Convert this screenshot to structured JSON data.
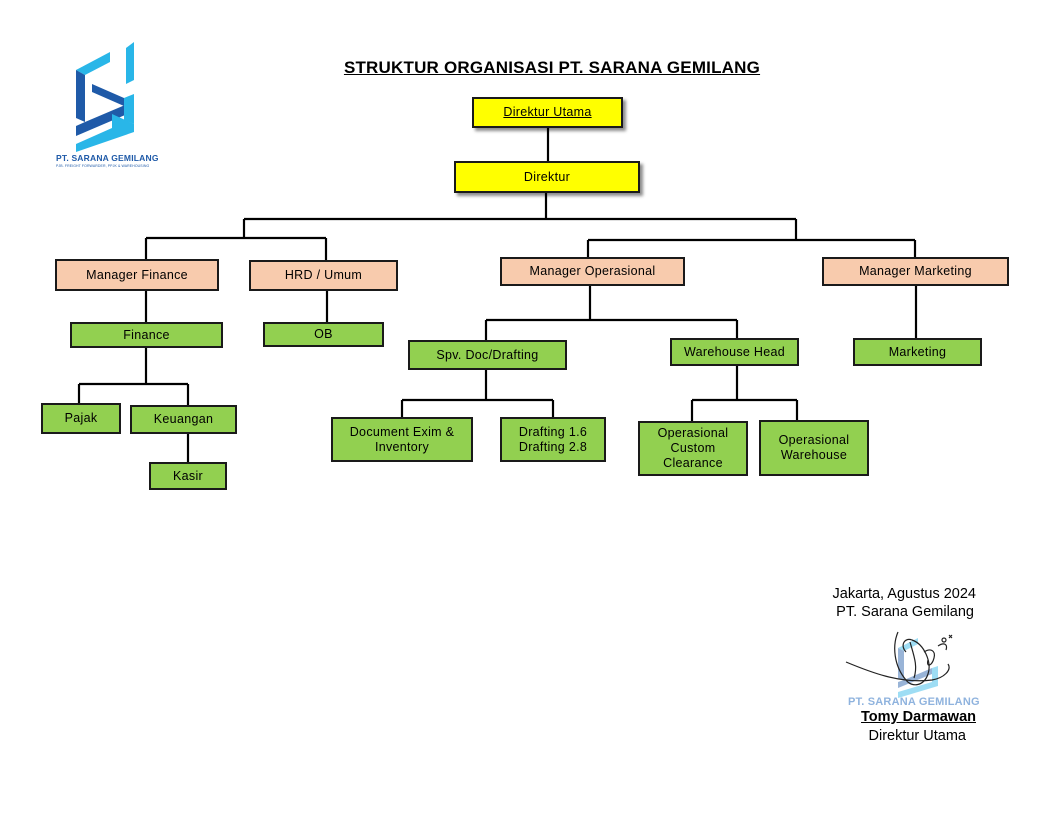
{
  "logo": {
    "company": "PT. SARANA GEMILANG",
    "tagline": "PJB. FREIGHT FORWARDER, PPJK & WAREHOUSING"
  },
  "title": "STRUKTUR ORGANISASI  PT. SARANA GEMILANG",
  "boxes": {
    "direktur_utama": "Direktur  Utama",
    "direktur": "Direktur",
    "manager_finance": "Manager Finance",
    "hrd_umum": "HRD / Umum",
    "manager_operasional": "Manager Operasional",
    "manager_marketing": "Manager  Marketing",
    "finance": "Finance",
    "ob": "OB",
    "spv_doc": "Spv. Doc/Drafting",
    "warehouse_head": "Warehouse Head",
    "marketing": "Marketing",
    "pajak": "Pajak",
    "keuangan": "Keuangan",
    "kasir": "Kasir",
    "document_exim": "Document Exim &\nInventory",
    "drafting": "Drafting 1.6\nDrafting 2.8",
    "op_custom": "Operasional\nCustom\nClearance",
    "op_warehouse": "Operasional\nWarehouse"
  },
  "signature": {
    "place_date": "Jakarta, Agustus 2024",
    "company": "PT. Sarana Gemilang",
    "stamp_text": "PT. SARANA GEMILANG",
    "name": "Tomy Darmawan",
    "position": "Direktur Utama"
  },
  "colors": {
    "top": "#ffff00",
    "manager": "#f8cbad",
    "staff": "#92d050",
    "logo": "#1f5aa8"
  }
}
